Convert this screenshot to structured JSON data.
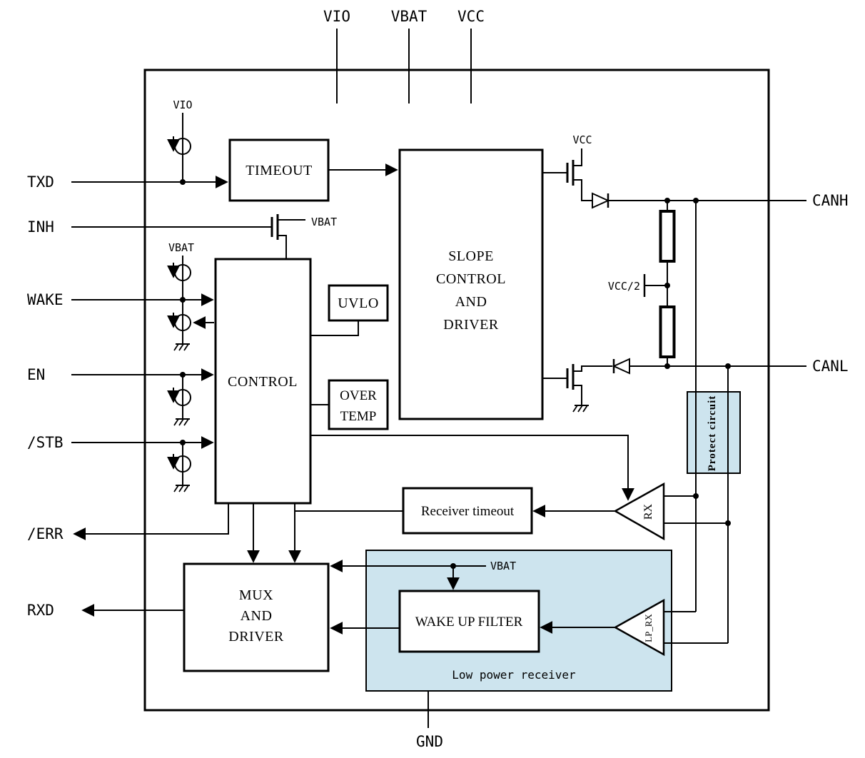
{
  "pins": {
    "top": [
      "VIO",
      "VBAT",
      "VCC"
    ],
    "left": [
      "TXD",
      "INH",
      "WAKE",
      "EN",
      "/STB",
      "/ERR",
      "RXD"
    ],
    "right": [
      "CANH",
      "CANL"
    ],
    "bottom": [
      "GND"
    ]
  },
  "blocks": {
    "timeout": {
      "label": "TIMEOUT"
    },
    "slope_control": {
      "lines": [
        "SLOPE",
        "CONTROL",
        "AND",
        "DRIVER"
      ]
    },
    "control": {
      "label": "CONTROL"
    },
    "uvlo": {
      "label": "UVLO"
    },
    "over_temp": {
      "lines": [
        "OVER",
        "TEMP"
      ]
    },
    "receiver_timeout": {
      "label": "Receiver timeout"
    },
    "mux_driver": {
      "lines": [
        "MUX",
        "AND",
        "DRIVER"
      ]
    },
    "wake_up_filter": {
      "label": "WAKE UP FILTER"
    },
    "low_power_receiver": {
      "label": "Low power receiver"
    },
    "protect_circuit": {
      "label": "Protect circuit"
    },
    "rx_comparator": {
      "label": "RX"
    },
    "lp_rx_comparator": {
      "label": "LP_RX"
    }
  },
  "net_labels": {
    "vio_pullup": "VIO",
    "vbat_pullup": "VBAT",
    "vbat_inh_fet": "VBAT",
    "vcc_high_side": "VCC",
    "vcc_half": "VCC/2",
    "vbat_low_power": "VBAT"
  },
  "colors": {
    "background": "#ffffff",
    "line": "#000000",
    "shaded_fill": "#cde4ee"
  }
}
